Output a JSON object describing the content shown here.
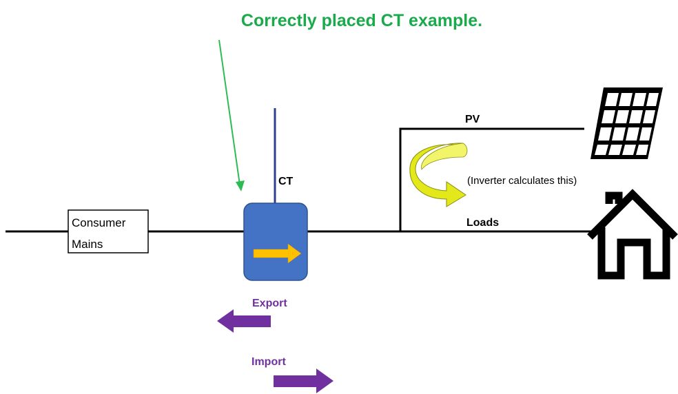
{
  "title": "Correctly placed CT example.",
  "labels": {
    "consumer_mains_line1": "Consumer",
    "consumer_mains_line2": "Mains",
    "ct": "CT",
    "pv": "PV",
    "loads": "Loads",
    "inverter_note": "(Inverter calculates this)",
    "export": "Export",
    "import": "Import"
  },
  "icons": {
    "solar": "solar-panel-icon",
    "house": "house-icon",
    "ct_direction": "right-arrow-icon",
    "inverter_flow": "curved-arrow-icon",
    "export_arrow": "left-arrow-icon",
    "import_arrow": "right-arrow-icon"
  },
  "colors": {
    "title": "#1aaa4b",
    "pointer": "#2ebb55",
    "ct_box": "#4472c4",
    "ct_box_border": "#2f528f",
    "ct_arrow": "#ffc000",
    "ct_wire": "#2f3f8f",
    "flow_arrows": "#7030a0",
    "curved_arrow": "#e2e81a",
    "wire": "#000000"
  }
}
